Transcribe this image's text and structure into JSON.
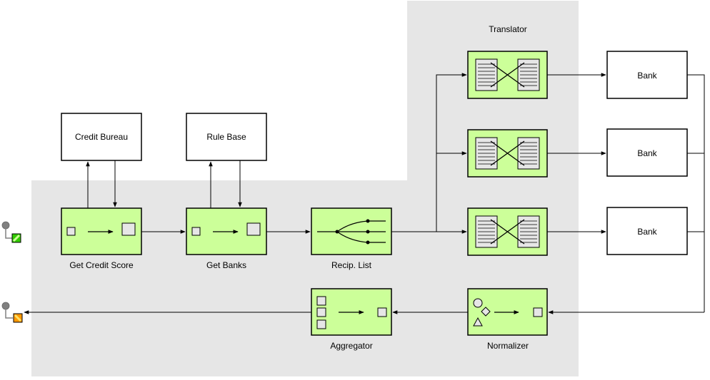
{
  "colors": {
    "background_region": "#e6e6e6",
    "component_fill": "#ccff99",
    "component_stroke": "#000000",
    "external_fill": "#ffffff",
    "line": "#000000",
    "port_gray": "#808080",
    "in_port_fill": "#33cc00",
    "out_port_fill": "#ff9900"
  },
  "labels": {
    "translator_group": "Translator",
    "credit_bureau": "Credit Bureau",
    "rule_base": "Rule Base",
    "get_credit_score": "Get Credit Score",
    "get_banks": "Get Banks",
    "recip_list": "Recip. List",
    "aggregator": "Aggregator",
    "normalizer": "Normalizer",
    "bank_1": "Bank",
    "bank_2": "Bank",
    "bank_3": "Bank"
  },
  "icons": {
    "get_credit_score": "content-enricher-icon",
    "get_banks": "content-enricher-icon",
    "recip_list": "recipient-list-icon",
    "translator": "message-translator-icon",
    "normalizer": "normalizer-icon",
    "aggregator": "aggregator-icon",
    "entry_port": "message-endpoint-in-icon",
    "exit_port": "message-endpoint-out-icon"
  }
}
